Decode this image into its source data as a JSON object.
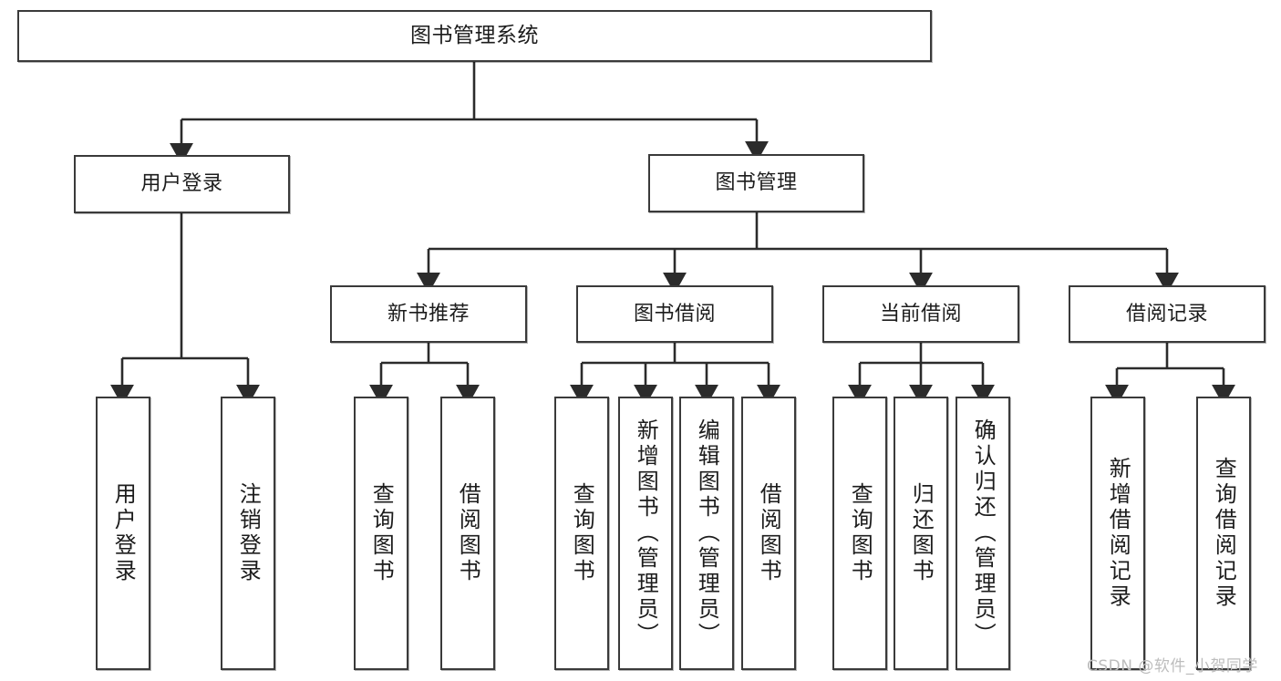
{
  "diagram": {
    "title": "图书管理系统",
    "type": "tree-hierarchy-chart",
    "watermark": "CSDN @软件_小贺同学",
    "colors": {
      "box_border": "#3a3a3a",
      "box_fill": "#ffffff",
      "edge": "#2b2b2b",
      "text": "#1c1c1c",
      "watermark": "#bdbdbd"
    }
  },
  "nodes": {
    "root": {
      "label": "图书管理系统"
    },
    "level2": [
      {
        "label": "用户登录"
      },
      {
        "label": "图书管理"
      }
    ],
    "level3": [
      {
        "label": "新书推荐"
      },
      {
        "label": "图书借阅"
      },
      {
        "label": "当前借阅"
      },
      {
        "label": "借阅记录"
      }
    ],
    "leaves": {
      "user_login": [
        {
          "label": "用户登录"
        },
        {
          "label": "注销登录"
        }
      ],
      "new_book": [
        {
          "label": "查询图书"
        },
        {
          "label": "借阅图书"
        }
      ],
      "book_borrow": [
        {
          "label": "查询图书"
        },
        {
          "label": "新增图书（管理员）"
        },
        {
          "label": "编辑图书（管理员）"
        },
        {
          "label": "借阅图书"
        }
      ],
      "current_borrow": [
        {
          "label": "查询图书"
        },
        {
          "label": "归还图书"
        },
        {
          "label": "确认归还（管理员）"
        }
      ],
      "borrow_record": [
        {
          "label": "新增借阅记录"
        },
        {
          "label": "查询借阅记录"
        }
      ]
    }
  }
}
